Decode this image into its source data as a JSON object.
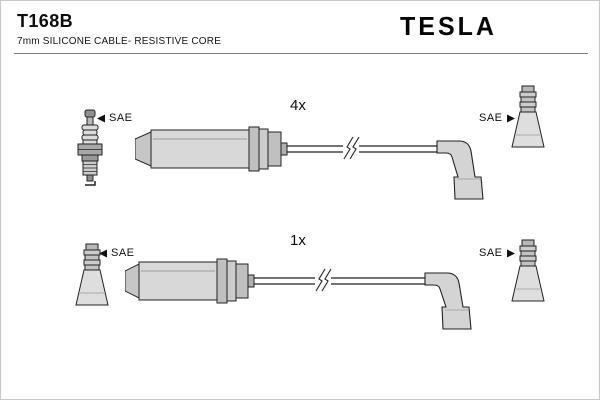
{
  "header": {
    "part_number": "T168B",
    "subtitle": "7mm SILICONE CABLE- RESISTIVE CORE",
    "brand": "TESLA"
  },
  "diagram": {
    "rows": [
      {
        "quantity": "4x",
        "left_label": "SAE",
        "right_label": "SAE"
      },
      {
        "quantity": "1x",
        "left_label": "SAE",
        "right_label": "SAE"
      }
    ]
  },
  "icons": {
    "left_row1": "spark-plug",
    "left_row2": "distributor-boot",
    "right_row1": "terminal-boot",
    "right_row2": "terminal-boot"
  },
  "colors": {
    "outline": "#222222",
    "part_fill_light": "#dcdcdc",
    "part_fill_mid": "#b8b8b8",
    "part_fill_dark": "#8f8f8f"
  }
}
